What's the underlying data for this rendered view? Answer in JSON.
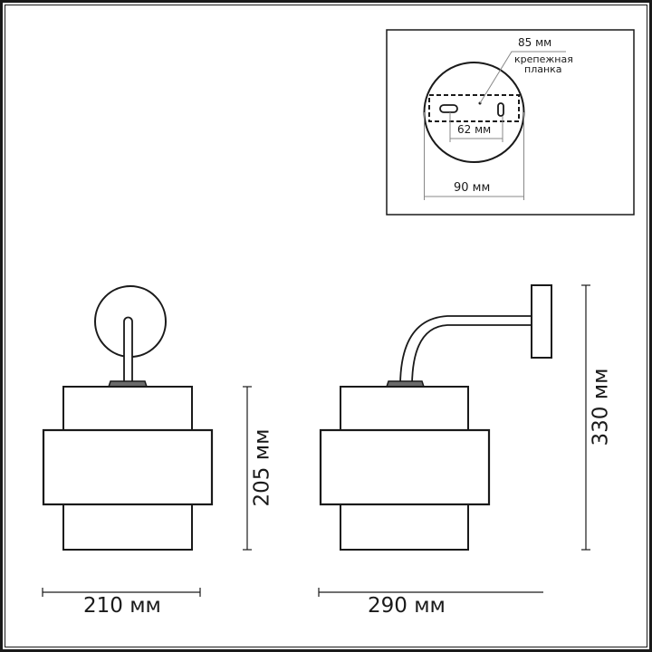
{
  "diagram": {
    "type": "technical-drawing",
    "subject": "wall sconce lamp",
    "colors": {
      "line": "#1a1a1a",
      "background": "#ffffff",
      "leader": "#888888"
    },
    "inset": {
      "title": "mounting plate detail",
      "mounting_plate_size": "85 мм",
      "mounting_plate_label_line1": "крепежная",
      "mounting_plate_label_line2": "планка",
      "hole_spacing": "62 мм",
      "base_diameter": "90 мм"
    },
    "front_view": {
      "height_dim": "205 мм",
      "width_dim": "210 мм"
    },
    "side_view": {
      "height_dim": "330 мм",
      "depth_dim": "290 мм"
    }
  }
}
